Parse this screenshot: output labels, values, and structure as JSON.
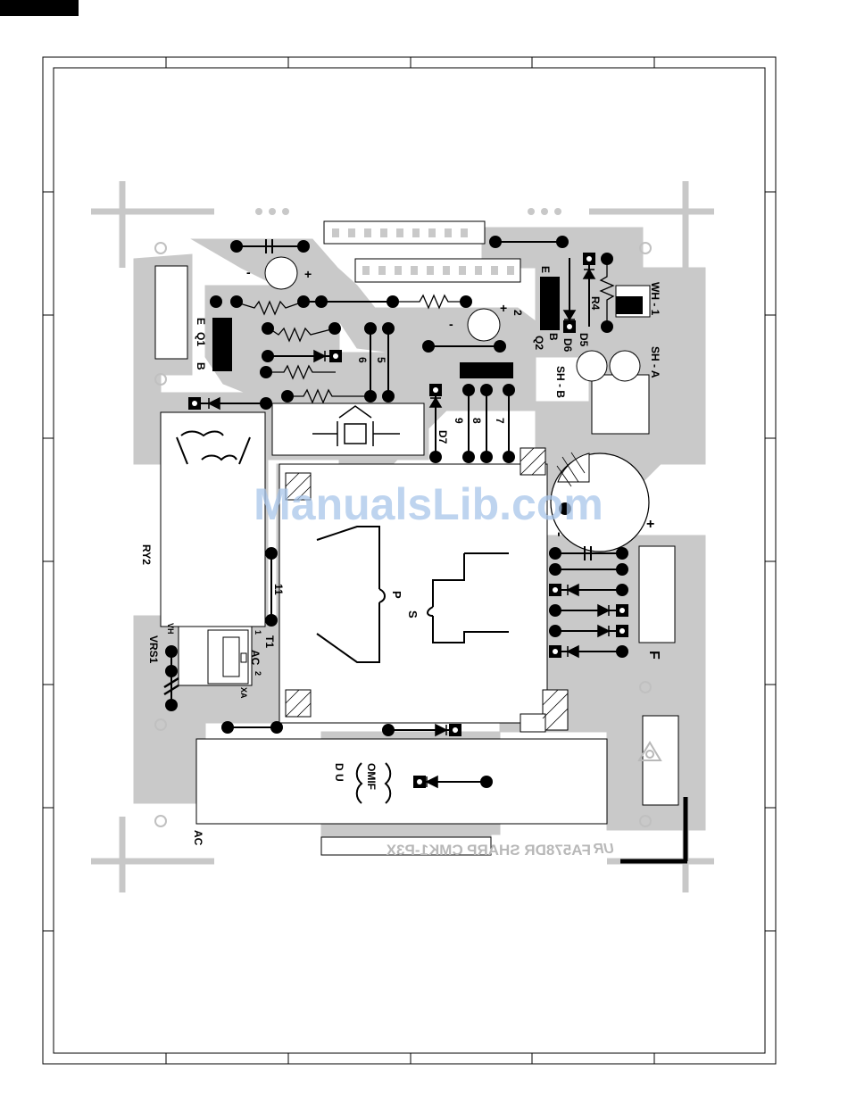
{
  "board": {
    "watermark": "ManualsLib.com",
    "silkscreen_text": "FA578DR    SHARP    CMK1-P3X",
    "logo_mark": "UR"
  },
  "labels": {
    "wh1": "WH - 1",
    "r4": "R4",
    "d5": "D5",
    "d6": "D6",
    "e_top": "E",
    "b_top": "B",
    "q2": "Q2",
    "sha": "SH - A",
    "shb": "SH - B",
    "q1": "Q1",
    "e_left": "E",
    "b_left": "B",
    "pin2": "2",
    "pin6": "6",
    "pin5": "5",
    "pin9": "9",
    "pin8": "8",
    "pin7": "7",
    "d7": "D7",
    "ry2": "RY2",
    "pin11": "11",
    "p": "P",
    "s": "S",
    "t1": "T1",
    "vh": "VH",
    "one": "1",
    "ac_t1": "AC",
    "two": "2",
    "xa": "XA",
    "vrs1": "VRS1",
    "omif": "OMIF",
    "du": "D U",
    "ac_bottom": "AC",
    "f": "F",
    "plus_cap": "+",
    "minus_cap": "-",
    "plus_small1": "+",
    "minus_small1": "-",
    "plus_small2": "+",
    "minus_small2": "-"
  }
}
